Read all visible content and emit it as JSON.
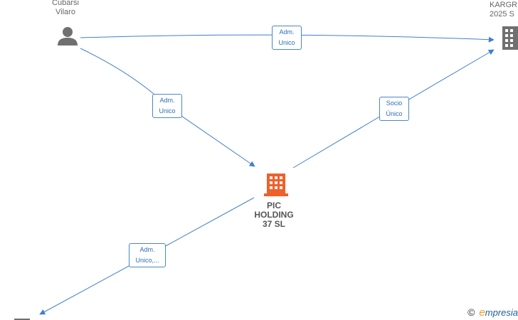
{
  "nodes": {
    "person": {
      "label": "Cubarsi\nVilaro",
      "icon": "person-icon",
      "color": "#707070"
    },
    "kargr": {
      "label": "KARGR\n2025  S",
      "icon": "building-icon",
      "color": "#707070"
    },
    "pic": {
      "label": "PIC\nHOLDING\n37  SL",
      "icon": "building-icon",
      "color": "#f0602a"
    }
  },
  "edges": {
    "person_kargr": {
      "line1": "Adm.",
      "line2": "Unico"
    },
    "person_pic": {
      "line1": "Adm.",
      "line2": "Unico"
    },
    "pic_kargr": {
      "line1": "Socio",
      "line2": "Único"
    },
    "pic_out": {
      "line1": "Adm.",
      "line2": "Unico,..."
    }
  },
  "colors": {
    "edge": "#3f7fcf",
    "label_border": "#4a86c8",
    "label_text": "#2f6db5"
  },
  "watermark": {
    "copyright": "©",
    "brand_initial": "e",
    "brand_rest": "mpresia"
  }
}
